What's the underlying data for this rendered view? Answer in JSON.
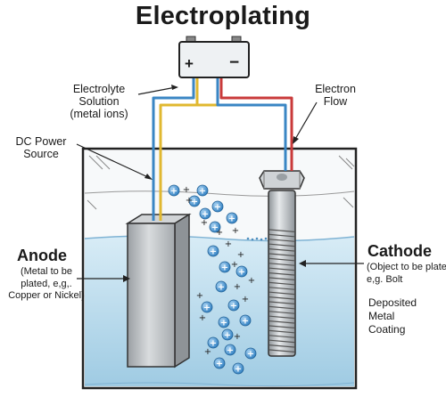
{
  "title": "Electroplating",
  "battery": {
    "plus": "+",
    "minus": "−"
  },
  "labels": {
    "electrolyte": [
      "Electrolyte",
      "Solution",
      "(metal ions)"
    ],
    "electron_flow": [
      "Electron",
      "Flow"
    ],
    "dc_power": [
      "DC Power",
      "Source"
    ],
    "anode_title": "Anode",
    "anode_desc": [
      "(Metal to be",
      "plated, e,g,.",
      "Copper or Nickel)"
    ],
    "cathode_title": "Cathode",
    "cathode_desc": [
      "(Object to be plated",
      "e,g. Bolt"
    ],
    "coating": [
      "Deposited",
      "Metal",
      "Coating"
    ]
  },
  "ion_symbol": "+",
  "colors": {
    "solution": "#cfe6f2",
    "solution_deep": "#a9d0e6",
    "anode": "#b9bdc0",
    "cathode": "#c7ccd0",
    "ion_fill": "#3f8fd0",
    "wire_positive": "#3a86c4",
    "wire_yellow": "#e0b830",
    "wire_negative": "#c93a3a"
  }
}
